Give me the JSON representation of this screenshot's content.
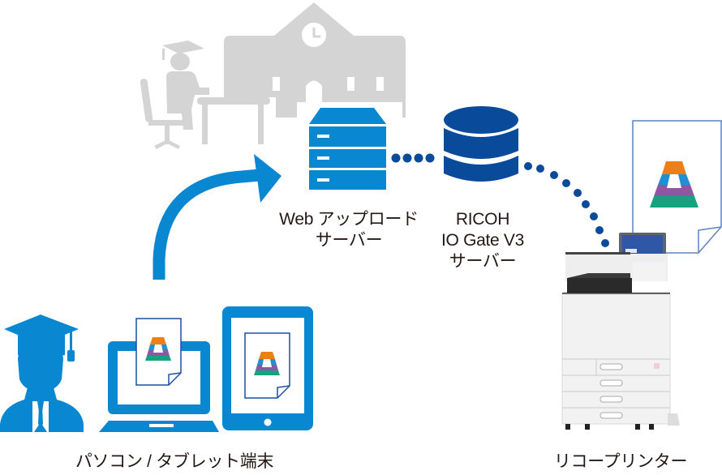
{
  "diagram": {
    "colors": {
      "blue_light": "#0A87D1",
      "blue_dark": "#0A4A9B",
      "gray": "#D4D4D5",
      "doc_border": "#1F4F9E",
      "a_orange": "#EE7E16",
      "a_blue": "#1F8FD6",
      "a_purple": "#8E57A2",
      "a_green": "#14A37F",
      "text": "#231815"
    },
    "nodes": {
      "web_server": {
        "label_line1": "Web アップロード",
        "label_line2": "サーバー"
      },
      "io_gate": {
        "label_line1": "RICOH",
        "label_line2": "IO Gate V3",
        "label_line3": "サーバー"
      },
      "client": {
        "label": "パソコン / タブレット端末"
      },
      "printer": {
        "label": "リコープリンター"
      }
    },
    "document_glyph": "A"
  }
}
